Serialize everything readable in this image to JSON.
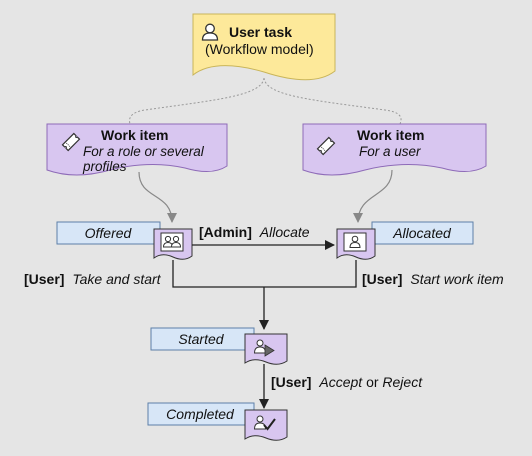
{
  "user_task": {
    "title": "User task",
    "subtitle": "(Workflow model)"
  },
  "work_items": [
    {
      "id": "role",
      "title": "Work item",
      "desc_line1": "For a role or several",
      "desc_line2": "profiles"
    },
    {
      "id": "user",
      "title": "Work item",
      "desc_line1": "For a user",
      "desc_line2": ""
    }
  ],
  "states": {
    "offered": "Offered",
    "allocated": "Allocated",
    "started": "Started",
    "completed": "Completed"
  },
  "transitions": {
    "allocate": {
      "role": "[Admin]",
      "action": "Allocate"
    },
    "take_and_start": {
      "role": "[User]",
      "action": "Take and start"
    },
    "start_work_item": {
      "role": "[User]",
      "action": "Start work item"
    },
    "accept_reject": {
      "role": "[User]",
      "action_1": "Accept",
      "conj": " or ",
      "action_2": "Reject"
    }
  },
  "colors": {
    "background": "#e5e5e5",
    "task_fill": "#fde99a",
    "task_stroke": "#c9b55a",
    "workitem_fill": "#d8c6f0",
    "workitem_stroke": "#8e6bb8",
    "state_label_fill": "#d7e6f7",
    "state_label_stroke": "#5d7fa8",
    "arrow": "#222222",
    "arrow_grey": "#888888",
    "dashed": "#999999"
  },
  "icons": {
    "user_task": "user-icon",
    "work_item": "ticket-icon",
    "offered": "group-icon",
    "allocated": "user-icon",
    "started": "user-play-icon",
    "completed": "user-check-icon"
  }
}
